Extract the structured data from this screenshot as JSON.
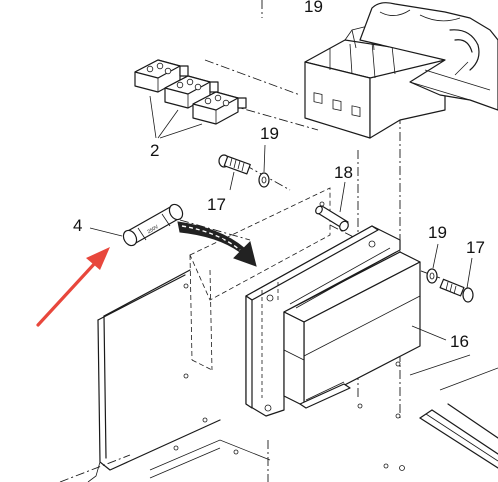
{
  "colors": {
    "line": "#1a1a1a",
    "background": "#ffffff",
    "arrow_pointer": "#e8473c",
    "motion_arrow": "#222222"
  },
  "labels": {
    "part_19_top": "19",
    "part_2": "2",
    "part_19_screw_left": "19",
    "part_17_left": "17",
    "part_18": "18",
    "part_4": "4",
    "part_19_right": "19",
    "part_17_right": "17",
    "part_16": "16"
  },
  "fuse_marking": "250V"
}
